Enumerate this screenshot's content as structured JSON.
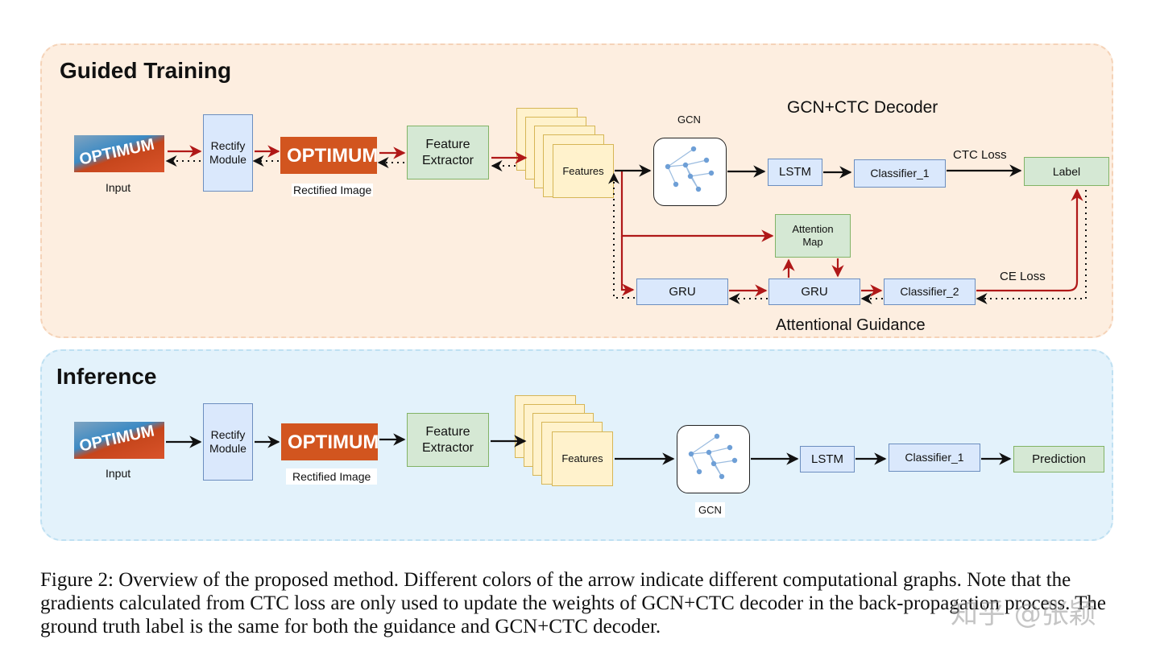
{
  "training": {
    "title": "Guided Training",
    "input_label": "Input",
    "rectify": "Rectify\nModule",
    "rectified_label": "Rectified Image",
    "thumb_word": "OPTIMUM",
    "feature_extractor": "Feature\nExtractor",
    "features": "Features",
    "gcn_label": "GCN",
    "decoder_title": "GCN+CTC Decoder",
    "lstm": "LSTM",
    "classifier1": "Classifier_1",
    "ctc_loss": "CTC Loss",
    "label": "Label",
    "attention_map": "Attention\nMap",
    "gru_a": "GRU",
    "gru_b": "GRU",
    "classifier2": "Classifier_2",
    "ce_loss": "CE Loss",
    "guidance_title": "Attentional Guidance"
  },
  "inference": {
    "title": "Inference",
    "input_label": "Input",
    "rectify": "Rectify\nModule",
    "rectified_label": "Rectified Image",
    "thumb_word": "OPTIMUM",
    "feature_extractor": "Feature\nExtractor",
    "features": "Features",
    "gcn_label": "GCN",
    "lstm": "LSTM",
    "classifier1": "Classifier_1",
    "prediction": "Prediction"
  },
  "caption": "Figure 2: Overview of the proposed method. Different colors of the arrow indicate different computational graphs. Note that the gradients calculated from CTC loss are only used to update the weights of GCN+CTC decoder in the back-propagation process. The ground truth label is the same for both the guidance and GCN+CTC decoder.",
  "watermark": "知乎 @张颖",
  "colors": {
    "training_bg": "#fdeee0",
    "training_border": "#f5d3b8",
    "inference_bg": "#e3f2fb",
    "inference_border": "#bfe0f2",
    "red_arrow": "#b01818",
    "black_arrow": "#111111",
    "graph_node": "#6e9fd6"
  }
}
